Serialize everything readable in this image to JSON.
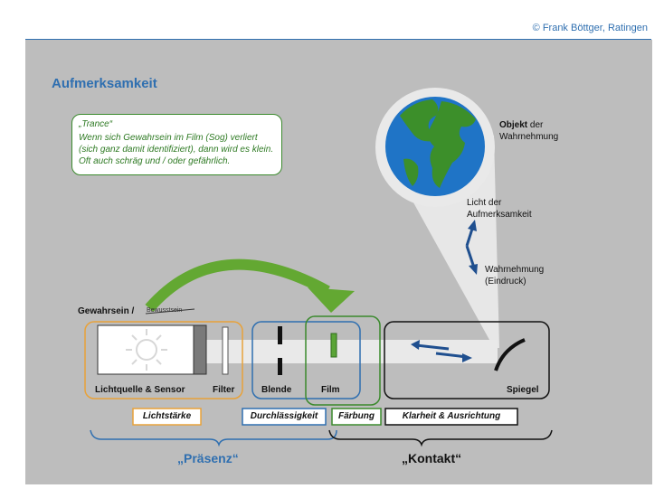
{
  "copyright": "© Frank Böttger, Ratingen",
  "title": "Aufmerksamkeit",
  "trance": {
    "heading": "„Trance“",
    "text": "Wenn sich Gewahrsein im Film (Sog) verliert (sich ganz damit identifiziert), dann wird es klein. Oft auch schräg und / oder gefährlich."
  },
  "object_label": {
    "bold": "Objekt",
    "rest": " der Wahrnehmung"
  },
  "light_label": "Licht der Aufmerksamkeit",
  "perception_label": "Wahrnehmung (Eindruck)",
  "awareness_label": "Gewahrsein /",
  "struck_label": "Bewusstsein",
  "components": {
    "light_source": "Lichtquelle & Sensor",
    "filter": "Filter",
    "aperture": "Blende",
    "film": "Film",
    "mirror": "Spiegel"
  },
  "categories": {
    "intensity": "Lichtstärke",
    "transparency": "Durchlässigkeit",
    "coloring": "Färbung",
    "clarity": "Klarheit & Ausrichtung"
  },
  "bottom": {
    "presence": "„Präsenz“",
    "contact": "„Kontakt“"
  },
  "colors": {
    "blue": "#2f6fb0",
    "green": "#3b8a2d",
    "orange": "#e8a23a",
    "panel": "#bdbdbd"
  }
}
